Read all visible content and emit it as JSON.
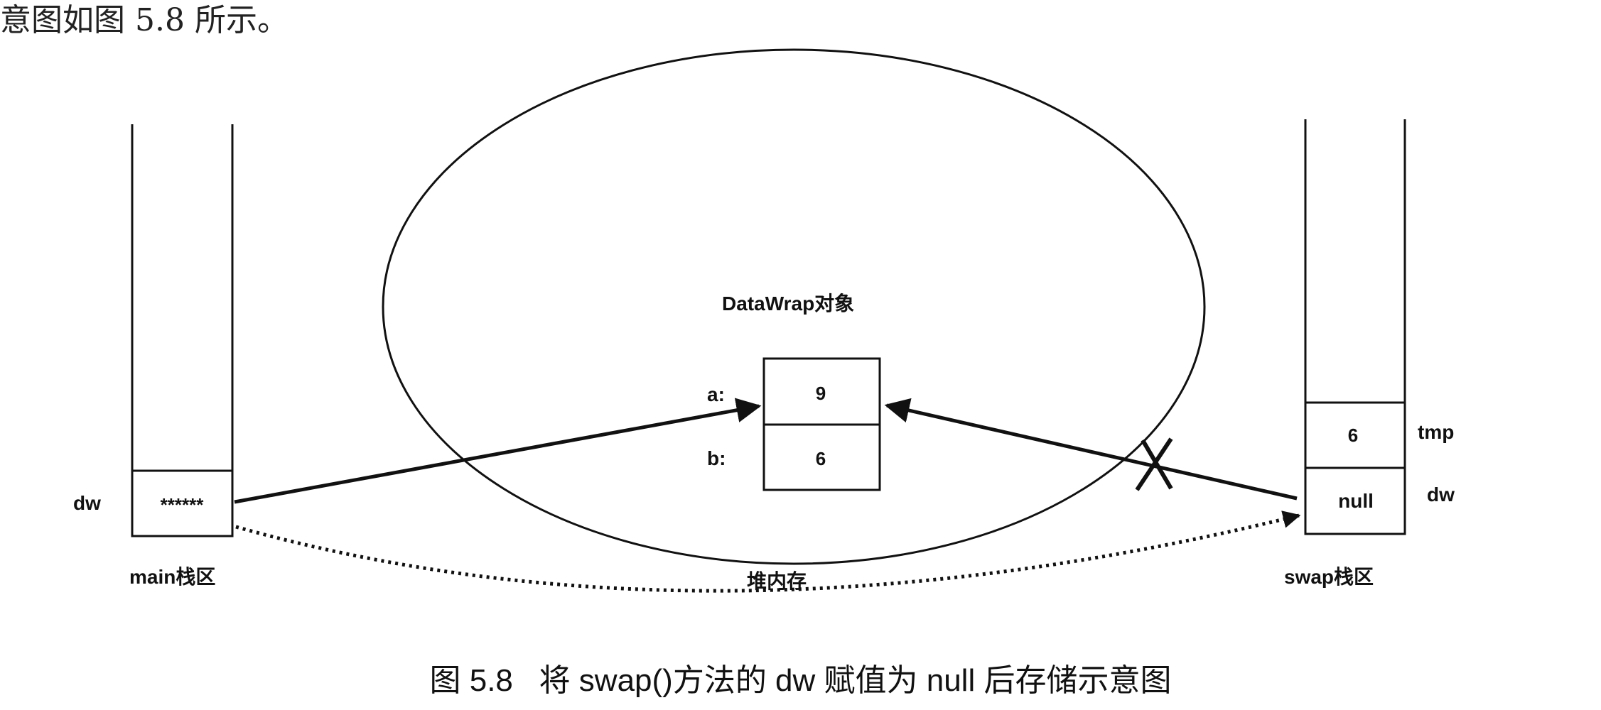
{
  "top_text": "意图如图 5.8 所示。",
  "diagram": {
    "main_stack_label": "main栈区",
    "main_dw_label": "dw",
    "main_dw_value": "******",
    "heap_label": "堆内存",
    "object_title": "DataWrap对象",
    "field_a_label": "a:",
    "field_a_value": "9",
    "field_b_label": "b:",
    "field_b_value": "6",
    "swap_stack_label": "swap栈区",
    "swap_tmp_value": "6",
    "swap_tmp_label": "tmp",
    "swap_dw_value": "null",
    "swap_dw_label": "dw"
  },
  "caption": "图 5.8   将 swap()方法的 dw 赋值为 null 后存储示意图"
}
